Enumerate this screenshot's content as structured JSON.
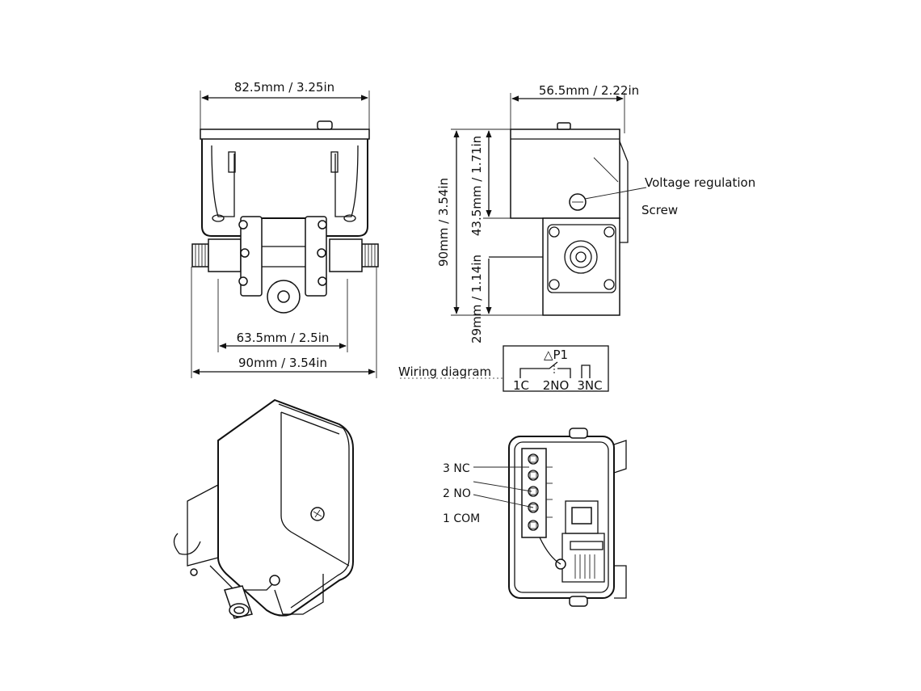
{
  "dimensions": {
    "front_width": "82.5mm / 3.25in",
    "front_inner_width": "63.5mm / 2.5in",
    "front_total_width": "90mm / 3.54in",
    "side_width": "56.5mm / 2.22in",
    "side_total_height": "90mm / 3.54in",
    "side_upper_height": "43.5mm / 1.71in",
    "side_lower_height": "29mm / 1.14in"
  },
  "callouts": {
    "voltage_line1": "Voltage regulation",
    "voltage_line2": "Screw"
  },
  "wiring": {
    "label": "Wiring diagram",
    "symbol": "△P1",
    "terminals": [
      "1C",
      "2NO",
      "3NC"
    ]
  },
  "terminal_labels": [
    "3 NC",
    "2 NO",
    "1 COM"
  ]
}
